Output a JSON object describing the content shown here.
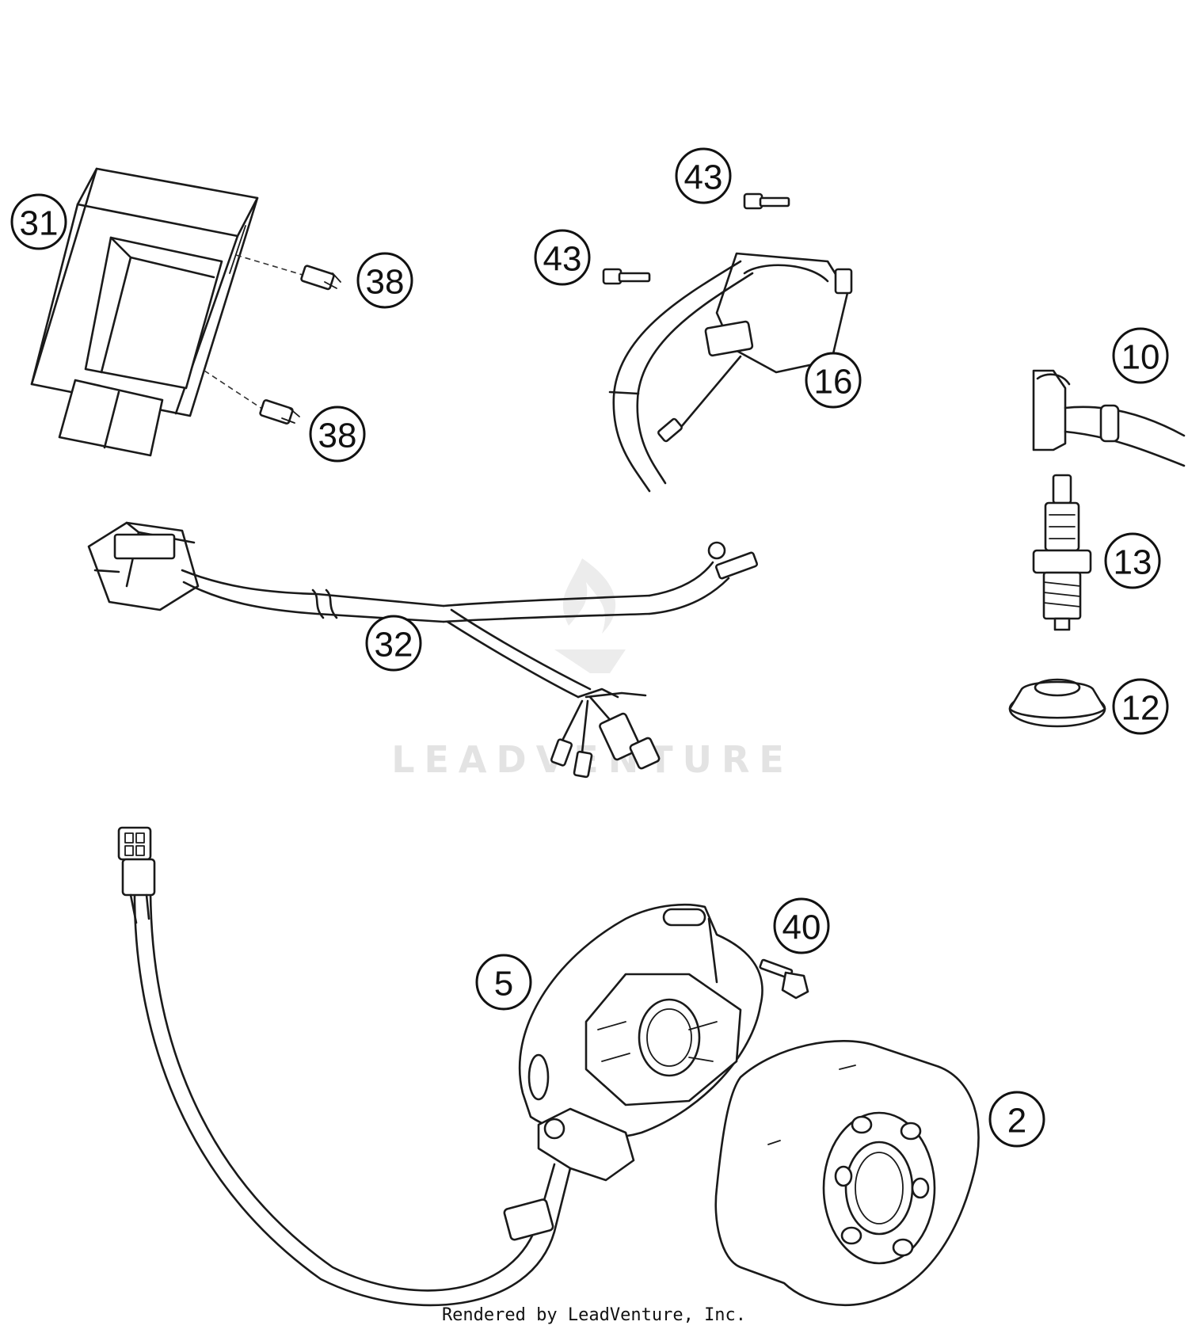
{
  "diagram": {
    "watermark": "LEADVENTURE",
    "callouts": [
      {
        "id": "c31",
        "label": "31"
      },
      {
        "id": "c38a",
        "label": "38"
      },
      {
        "id": "c38b",
        "label": "38"
      },
      {
        "id": "c43a",
        "label": "43"
      },
      {
        "id": "c43b",
        "label": "43"
      },
      {
        "id": "c16",
        "label": "16"
      },
      {
        "id": "c10",
        "label": "10"
      },
      {
        "id": "c13",
        "label": "13"
      },
      {
        "id": "c12",
        "label": "12"
      },
      {
        "id": "c32",
        "label": "32"
      },
      {
        "id": "c40",
        "label": "40"
      },
      {
        "id": "c5",
        "label": "5"
      },
      {
        "id": "c2",
        "label": "2"
      }
    ]
  },
  "footer": {
    "text": "Rendered by LeadVenture, Inc."
  }
}
